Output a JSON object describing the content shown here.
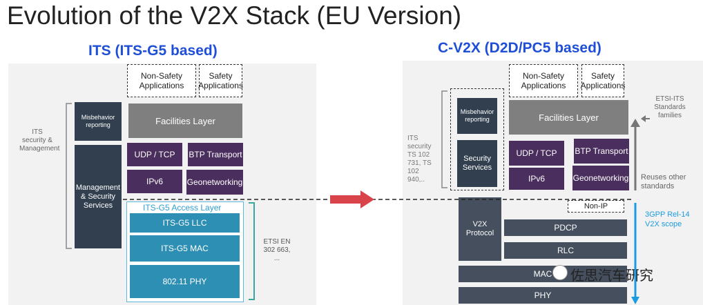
{
  "title": "Evolution of the V2X Stack (EU Version)",
  "colors": {
    "subtitle": "#1f4fd6",
    "navy": "#323f4f",
    "purple": "#4a2e5e",
    "teal": "#2e8fb5",
    "arrow": "#d9434a",
    "scope": "#1a9be0"
  },
  "left": {
    "heading": "ITS (ITS-G5 based)",
    "non_safety": "Non-Safety Applications",
    "safety": "Safety Applications",
    "misbehavior": "Misbehavior reporting",
    "facilities": "Facilities Layer",
    "udp_tcp": "UDP /  TCP",
    "btp": "BTP Transport",
    "ipv6": "IPv6",
    "geonet": "Geonetworking",
    "management": "Management & Security Services",
    "its_security": "ITS security & Management",
    "access_label": "ITS-G5 Access  Layer",
    "llc": "ITS-G5 LLC",
    "mac": "ITS-G5 MAC",
    "phy": "802.11 PHY",
    "etsi_en": "ETSI EN 302 663, ..."
  },
  "right": {
    "heading": "C-V2X (D2D/PC5 based)",
    "non_safety": "Non-Safety Applications",
    "safety": "Safety Applications",
    "misbehavior": "Misbehavior reporting",
    "security_services": "Security Services",
    "facilities": "Facilities Layer",
    "udp_tcp": "UDP /  TCP",
    "btp": "BTP Transport",
    "ipv6": "IPv6",
    "geonet": "Geonetworking",
    "its_security": "ITS security TS 102 731, TS 102 940,..",
    "etsi_its": "ETSI-ITS Standards families",
    "reuses": "Reuses other standards",
    "non_ip": "Non-IP",
    "v2x_protocol": "V2X Protocol",
    "pdcp": "PDCP",
    "rlc": "RLC",
    "mac": "MAC",
    "phy": "PHY",
    "gpp": "3GPP Rel-14 V2X scope"
  },
  "watermark": "佐思汽车研究"
}
